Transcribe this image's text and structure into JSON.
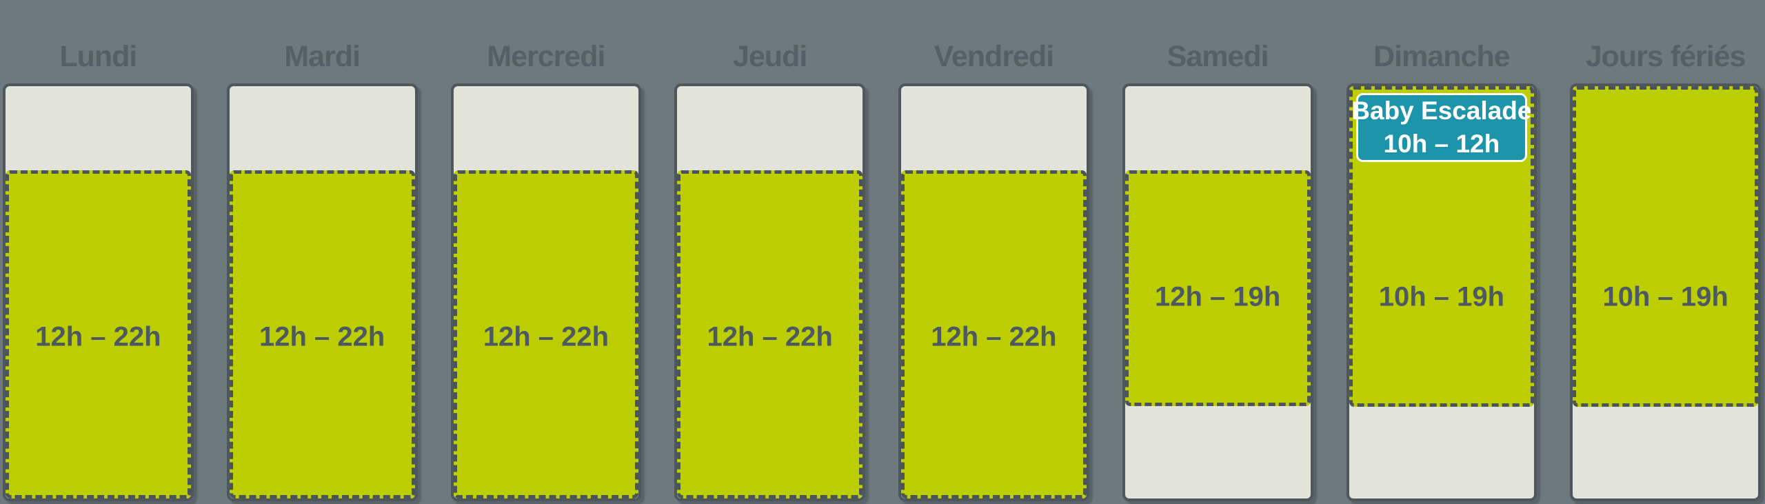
{
  "colors": {
    "background": "#6e797d",
    "panel_fill": "#e2e3db",
    "panel_border": "#4d575c",
    "open_slot_green": "#bccd00",
    "slot_dash_border": "#4a545a",
    "badge_teal": "#1e94aa",
    "badge_border": "#ffffff",
    "day_title_text": "#565f65",
    "hours_text": "#4d5962",
    "badge_text": "#ffffff"
  },
  "columns": [
    {
      "day": "Lundi",
      "hours": "12h – 22h",
      "open": "12h",
      "close": "22h"
    },
    {
      "day": "Mardi",
      "hours": "12h – 22h",
      "open": "12h",
      "close": "22h"
    },
    {
      "day": "Mercredi",
      "hours": "12h – 22h",
      "open": "12h",
      "close": "22h"
    },
    {
      "day": "Jeudi",
      "hours": "12h – 22h",
      "open": "12h",
      "close": "22h"
    },
    {
      "day": "Vendredi",
      "hours": "12h – 22h",
      "open": "12h",
      "close": "22h"
    },
    {
      "day": "Samedi",
      "hours": "12h – 19h",
      "open": "12h",
      "close": "19h"
    },
    {
      "day": "Dimanche",
      "hours": "10h – 19h",
      "open": "10h",
      "close": "19h",
      "badge": {
        "title": "Baby Escalade",
        "hours": "10h – 12h",
        "open": "10h",
        "close": "12h"
      }
    },
    {
      "day": "Jours fériés",
      "hours": "10h – 19h",
      "open": "10h",
      "close": "19h"
    }
  ],
  "chart_data": {
    "type": "bar",
    "subtype": "time-range-schedule",
    "categories": [
      "Lundi",
      "Mardi",
      "Mercredi",
      "Jeudi",
      "Vendredi",
      "Samedi",
      "Dimanche",
      "Jours fériés"
    ],
    "series": [
      {
        "name": "open-hours",
        "ranges": [
          {
            "open": "12h",
            "close": "22h"
          },
          {
            "open": "12h",
            "close": "22h"
          },
          {
            "open": "12h",
            "close": "22h"
          },
          {
            "open": "12h",
            "close": "22h"
          },
          {
            "open": "12h",
            "close": "22h"
          },
          {
            "open": "12h",
            "close": "19h"
          },
          {
            "open": "10h",
            "close": "19h"
          },
          {
            "open": "10h",
            "close": "19h"
          }
        ],
        "labels": [
          "12h – 22h",
          "12h – 22h",
          "12h – 22h",
          "12h – 22h",
          "12h – 22h",
          "12h – 19h",
          "10h – 19h",
          "10h – 19h"
        ]
      },
      {
        "name": "Baby Escalade",
        "ranges": [
          null,
          null,
          null,
          null,
          null,
          null,
          {
            "open": "10h",
            "close": "12h"
          },
          null
        ],
        "labels": [
          null,
          null,
          null,
          null,
          null,
          null,
          "Baby Escalade 10h – 12h",
          null
        ]
      }
    ],
    "time_axis": {
      "top": "10h",
      "bottom": "22h",
      "orientation": "vertical"
    },
    "title": "",
    "legend": "none",
    "grid": false
  }
}
